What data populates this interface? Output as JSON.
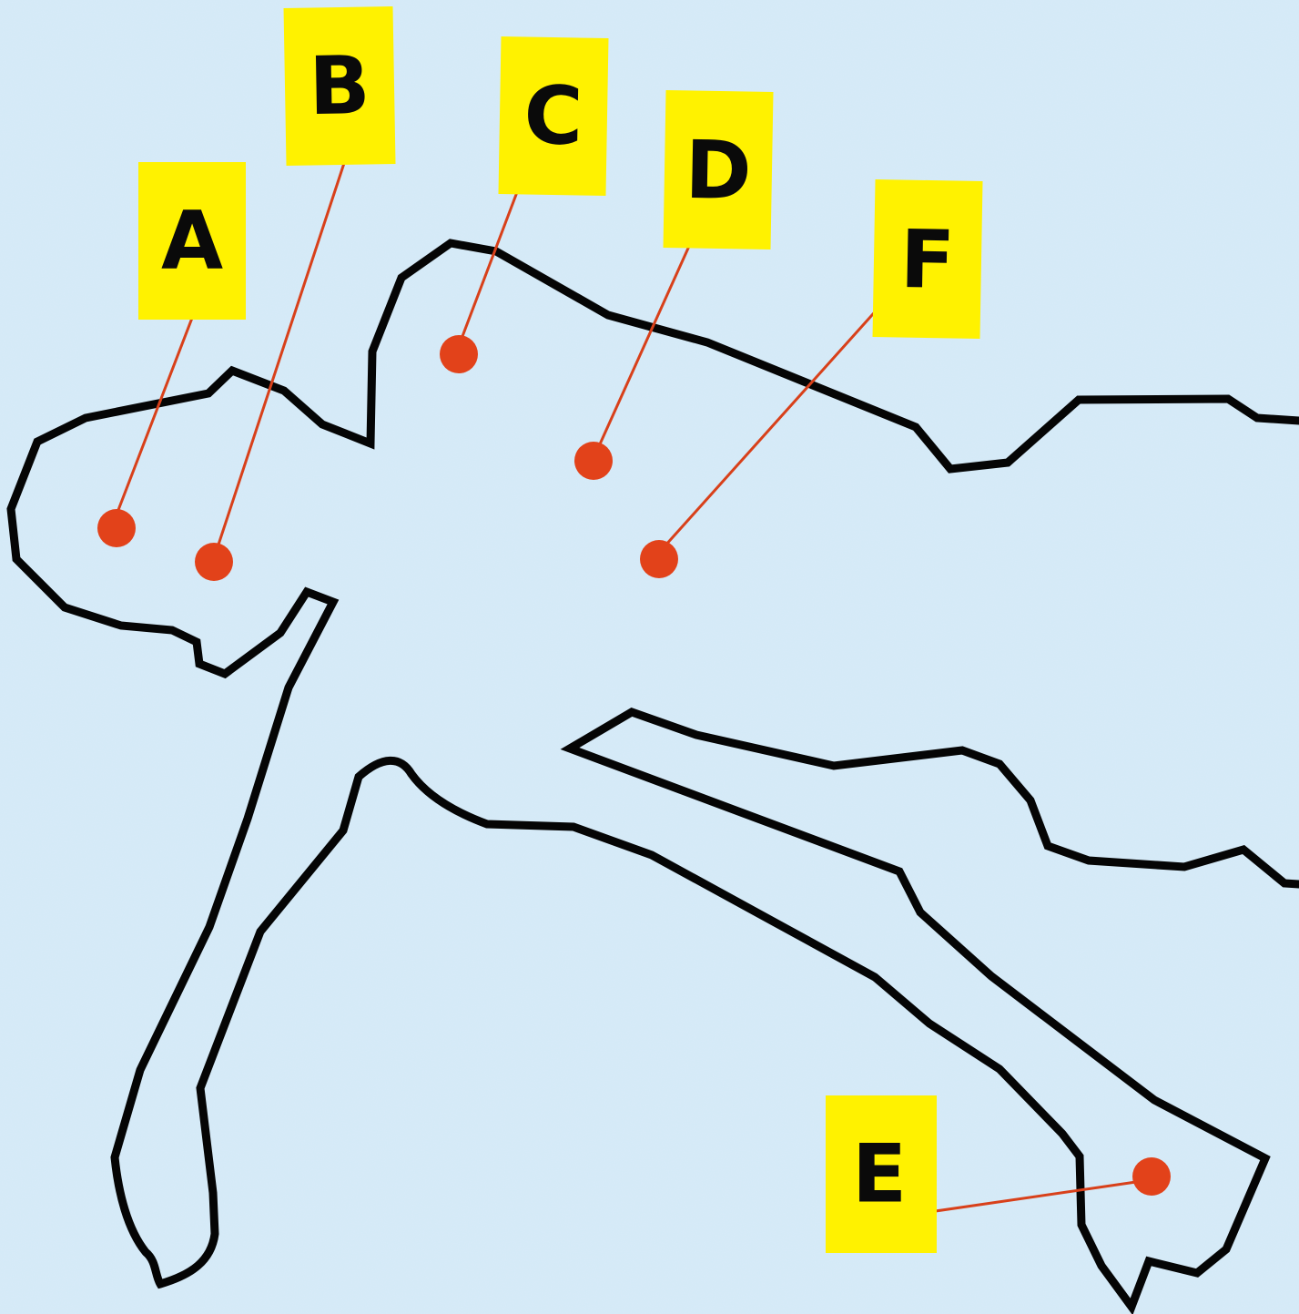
{
  "colors": {
    "background": "#d3e9f7",
    "outline": "#050505",
    "label_fill": "#fff200",
    "marker": "#e2421a",
    "leader": "#d8401a"
  },
  "labels": {
    "a": "A",
    "b": "B",
    "c": "C",
    "d": "D",
    "e": "E",
    "f": "F"
  }
}
